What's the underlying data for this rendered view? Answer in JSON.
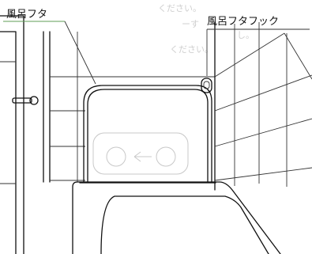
{
  "labels": {
    "bath_lid": "風呂フタ",
    "bath_lid_hook": "風呂フタフック"
  },
  "ghost_lines": [
    "ください。",
    "ーす",
    "し。",
    "ください。"
  ],
  "colors": {
    "leader_green": "#5f9d55",
    "ink": "#111111"
  }
}
